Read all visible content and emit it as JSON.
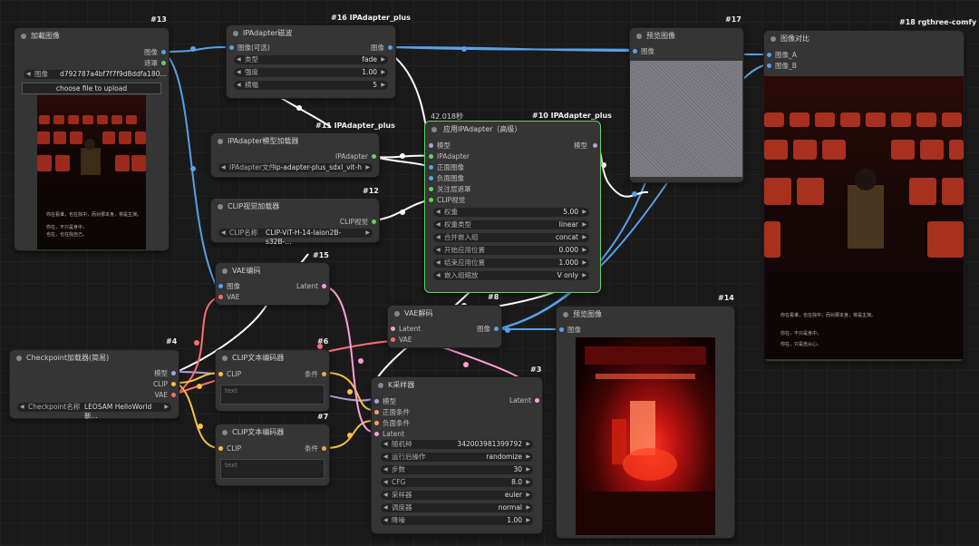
{
  "canvas": {
    "background": "#1a1a1a",
    "wire_colors": {
      "image": "#5aa0e8",
      "model": "#b39ddb",
      "clip": "#f5c242",
      "vae": "#ff6f6f",
      "latent": "#ff9ed8",
      "white": "#ffffff"
    }
  },
  "load_image": {
    "id": "#13",
    "title": "加載图像",
    "out_image": "图像",
    "out_mask": "遮罩",
    "file_arrow": "◀",
    "file_label": "图像",
    "file_value": "d792787a4bf7f7f9d8ddfa180...",
    "upload_btn": "choose file to upload",
    "caption_lines": [
      "你在看谁，也在找中，而对那本身，将是主演。",
      "",
      "你在，不只是身中，",
      "也在，也在找自己。"
    ]
  },
  "ipadapter_tile": {
    "id": "#16 IPAdapter_plus",
    "title": "IPAdapter磁波",
    "in_image": "图像(可选)",
    "out_image": "图像",
    "type_label": "类型",
    "type_value": "fade",
    "strength_label": "强度",
    "strength_value": "1.00",
    "tiles_label": "横幅",
    "tiles_value": "5"
  },
  "ipa_loader": {
    "id": "#11 IPAdapter_plus",
    "title": "IPAdapter模型加载器",
    "out": "IPAdapter",
    "file_label": "IPAdapter文件",
    "file_value": "ip-adapter-plus_sdxl_vit-h"
  },
  "clip_vision": {
    "id": "#12",
    "title": "CLIP视觉加载器",
    "out": "CLIP视觉",
    "name_label": "CLIP名称",
    "name_value": "CLIP-ViT-H-14-laion2B-s32B-..."
  },
  "apply_ipa": {
    "id": "#10 IPAdapter_plus",
    "timer": "42.018秒",
    "title": "应用IPAdapter（高级）",
    "out_model": "模型",
    "inputs": [
      "模型",
      "IPAdapter",
      "正面图像",
      "负面图像",
      "关注层遮罩",
      "CLIP视觉"
    ],
    "widgets": [
      {
        "label": "权重",
        "value": "5.00"
      },
      {
        "label": "权重类型",
        "value": "linear"
      },
      {
        "label": "合并嵌入组",
        "value": "concat"
      },
      {
        "label": "开始应用位置",
        "value": "0.000"
      },
      {
        "label": "结束应用位置",
        "value": "1.000"
      },
      {
        "label": "嵌入组缩放",
        "value": "V only"
      }
    ]
  },
  "preview17": {
    "id": "#17",
    "title": "预览图像",
    "in": "图像"
  },
  "compare": {
    "id": "#18 rgthree-comfy",
    "title": "图像对比",
    "in_a": "图像_A",
    "in_b": "图像_B",
    "caption_lines": [
      "你在看谁，也在找中，而对那本身，将是主演。",
      "",
      "你在，不只是身中，",
      "你在，只是自从心。"
    ]
  },
  "vae_encode": {
    "id": "#15",
    "title": "VAE编码",
    "in_image": "图像",
    "in_vae": "VAE",
    "out": "Latent"
  },
  "checkpoint": {
    "id": "#4",
    "title": "Checkpoint加载器(简易)",
    "out_model": "模型",
    "out_clip": "CLIP",
    "out_vae": "VAE",
    "name_label": "Checkpoint名称",
    "name_value": "LEOSAM HelloWorld 新..."
  },
  "clip_text1": {
    "id": "#6",
    "title": "CLIP文本编码器",
    "in": "CLIP",
    "out": "条件",
    "placeholder": "text"
  },
  "clip_text2": {
    "id": "#7",
    "title": "CLIP文本编码器",
    "in": "CLIP",
    "out": "条件",
    "placeholder": "text"
  },
  "vae_decode": {
    "id": "#8",
    "title": "VAE解码",
    "in_latent": "Latent",
    "in_vae": "VAE",
    "out": "图像"
  },
  "preview14": {
    "id": "#14",
    "title": "预览图像",
    "in": "图像"
  },
  "ksampler": {
    "id": "#3",
    "title": "K采样器",
    "out": "Latent",
    "inputs": [
      "模型",
      "正面条件",
      "负面条件",
      "Latent"
    ],
    "widgets": [
      {
        "label": "随机种",
        "value": "342003981399792"
      },
      {
        "label": "运行后操作",
        "value": "randomize"
      },
      {
        "label": "步数",
        "value": "30"
      },
      {
        "label": "CFG",
        "value": "8.0"
      },
      {
        "label": "采样器",
        "value": "euler"
      },
      {
        "label": "调度器",
        "value": "normal"
      },
      {
        "label": "降噪",
        "value": "1.00"
      }
    ]
  }
}
